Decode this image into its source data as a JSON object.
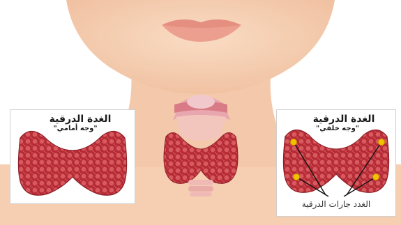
{
  "colors": {
    "background": "#ffffff",
    "skin": "#f7d1b5",
    "skin_shadow": "#eab494",
    "lips": "#ea9a8c",
    "gland": "#b52b35",
    "gland_lobule": "#d85a5f",
    "larynx": "#e8a7ae",
    "trachea": "#efb9b5",
    "parathyroid": "#f2c200",
    "leader_line": "#111111"
  },
  "front_panel": {
    "title": "الغدة الدرقية",
    "subtitle": "\"وجه أمامي\""
  },
  "back_panel": {
    "title": "الغدة الدرقية",
    "subtitle": "\"وجه خلفي\"",
    "parathyroid_label": "الغدد جارات الدرقية",
    "parathyroid_count": 4
  },
  "icons": {
    "front_view": "thyroid-front-icon",
    "back_view": "thyroid-back-icon",
    "neck": "neck-anatomy-icon"
  }
}
